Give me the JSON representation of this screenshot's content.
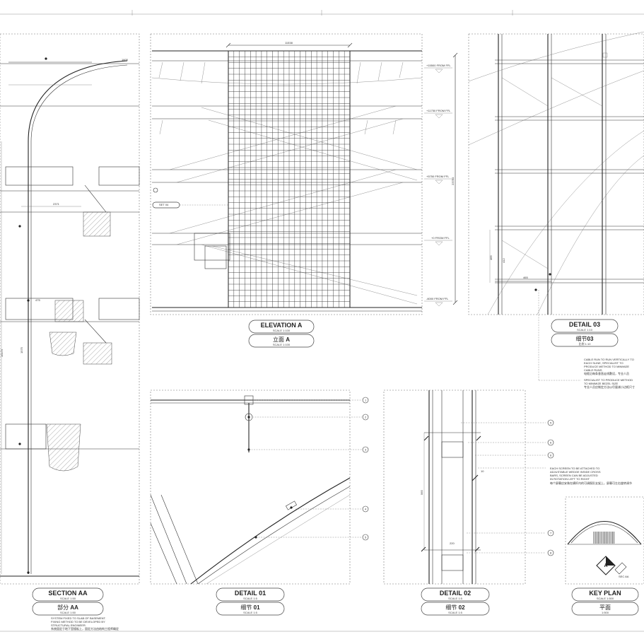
{
  "views": {
    "section_aa": {
      "title": "SECTION AA",
      "scale": "SCALE 1:50",
      "title_cn": "部分",
      "title_cn_code": "AA",
      "scale_cn": "SCALE 1:50",
      "note_lines": [
        "SYSTEM FIXED TO SLAB OF BASEMENT.",
        "FIXING METHOD TO BE DEVELOPED BY",
        "STRUCTURAL ENGINEER.",
        "系统固定于地下室楼板上，固定方法由结构工程师确定"
      ],
      "dims": {
        "top": "1605",
        "mid": "2371",
        "side": "1575",
        "left": "15175",
        "detail": "475"
      }
    },
    "elevation_a": {
      "title": "ELEVATION A",
      "scale": "SCALE 1:100",
      "title_cn": "立面",
      "title_cn_code": "A",
      "scale_cn": "SCALE 1:100",
      "width_dim": "11538",
      "height_dim": "23784",
      "set_tag": "SET 04",
      "levels": [
        "+15500 FROM FFL",
        "+11750 FROM FFL",
        "+5750 FROM FFL",
        "+0 FROM FFL",
        "-6000 FROM FFL"
      ]
    },
    "detail_03": {
      "title": "DETAIL 03",
      "scale": "SCALE 1:10",
      "title_cn": "细节",
      "title_cn_code": "03",
      "scale_cn": "比例 1:10",
      "dims": {
        "width": "465",
        "height_a": "412",
        "height_b": "465"
      },
      "note_a": [
        "CABLE RUN TO RUN VERTICALLY TO",
        "EACH SLINE, SPECIALIST TO",
        "PRODUCE METHOD TO MINIMIZE",
        "CABLE RUNS",
        "电缆沿每条垂直走线敷设，专业人员"
      ],
      "note_b": [
        "SPECIALIST TO PRODUCE METHOD",
        "TO MINIMIZE BEZEL SIZE",
        "专业人员应制定方法以尽量减小边框尺寸"
      ]
    },
    "detail_01": {
      "title": "DETAIL 01",
      "scale": "SCALE 1:5",
      "title_cn": "细节",
      "title_cn_code": "01",
      "scale_cn": "SCALE 1:5",
      "tags": [
        "1",
        "2",
        "3",
        "4",
        "5"
      ]
    },
    "detail_02": {
      "title": "DETAIL 02",
      "scale": "SCALE 1:5",
      "title_cn": "细节",
      "title_cn_code": "02",
      "scale_cn": "SCALE 1:5",
      "tags": [
        "5",
        "6",
        "6",
        "7",
        "8"
      ],
      "dims": {
        "height": "565",
        "width": "220",
        "small": "10"
      },
      "note_lines": [
        "EACH SCREEN TO BE ATTACHED TO",
        "ADJUSTABLE WEDGE INSIDE CROSS",
        "BARS, SCREEN CAN BE ADJUSTED",
        "IN ROTATION LEFT TO RIGHT",
        "每个屏幕应安装在横杆内的可调楔形支架上，屏幕可左右旋转调节"
      ]
    },
    "key_plan": {
      "title": "KEY PLAN",
      "scale": "SCALE 1:500",
      "title_cn": "平面",
      "scale_cn": "1:500",
      "marker_letter": "A",
      "section_tag": "SEC AA"
    }
  },
  "colors": {
    "line": "#222222",
    "paper": "#ffffff",
    "frame": "#777777"
  }
}
